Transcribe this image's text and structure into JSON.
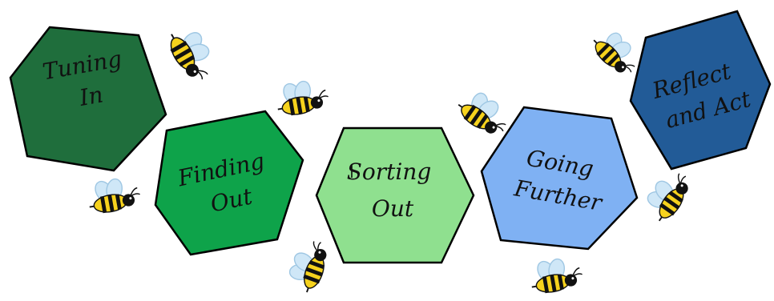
{
  "stages": [
    {
      "id": "tuning-in",
      "lines": [
        "Tuning",
        "In"
      ],
      "color": "#1f6e3c"
    },
    {
      "id": "finding-out",
      "lines": [
        "Finding",
        "Out"
      ],
      "color": "#0ea34a"
    },
    {
      "id": "sorting-out",
      "lines": [
        "Sorting",
        "Out"
      ],
      "color": "#8fe08f"
    },
    {
      "id": "going-further",
      "lines": [
        "Going",
        "Further"
      ],
      "color": "#7fb1f3"
    },
    {
      "id": "reflect-and-act",
      "lines": [
        "Reflect",
        "and Act"
      ],
      "color": "#225b97"
    }
  ],
  "bee_colors": {
    "body_yellow": "#f6d21d",
    "stripe": "#111111",
    "wing": "#cfe7f7"
  }
}
